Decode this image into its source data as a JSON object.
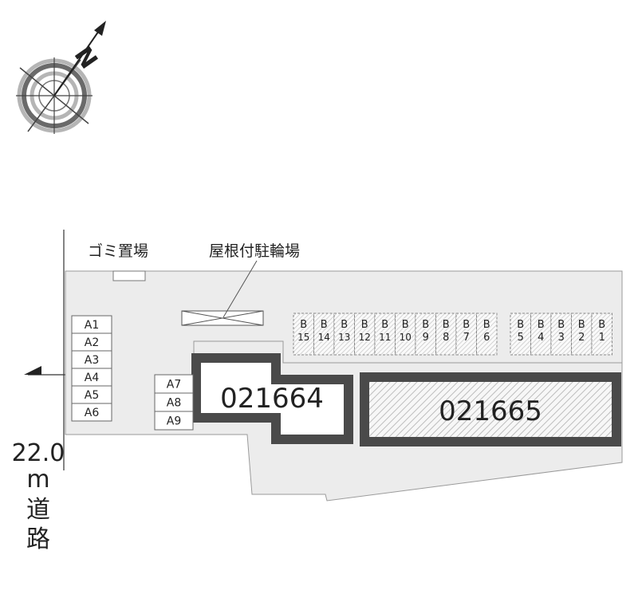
{
  "compass": {
    "north_letter": "N"
  },
  "labels": {
    "garbage": "ゴミ置場",
    "bicycle_parking": "屋根付駐輪場"
  },
  "road": {
    "width_value": "22.0",
    "width_unit": "m",
    "name_chars": [
      "道",
      "路"
    ]
  },
  "buildings": [
    {
      "id": "021664"
    },
    {
      "id": "021665"
    }
  ],
  "parking_a_left": [
    "A1",
    "A2",
    "A3",
    "A4",
    "A5",
    "A6"
  ],
  "parking_a_mid": [
    "A7",
    "A8",
    "A9"
  ],
  "parking_b_group1": [
    [
      "B",
      "15"
    ],
    [
      "B",
      "14"
    ],
    [
      "B",
      "13"
    ],
    [
      "B",
      "12"
    ],
    [
      "B",
      "11"
    ],
    [
      "B",
      "10"
    ],
    [
      "B",
      "9"
    ],
    [
      "B",
      "8"
    ],
    [
      "B",
      "7"
    ],
    [
      "B",
      "6"
    ]
  ],
  "parking_b_group2": [
    [
      "B",
      "5"
    ],
    [
      "B",
      "4"
    ],
    [
      "B",
      "3"
    ],
    [
      "B",
      "2"
    ],
    [
      "B",
      "1"
    ]
  ],
  "colors": {
    "site": "#ececec",
    "building_border": "#4a4a4a",
    "hatch": "#c8c8c8",
    "text": "#222222"
  }
}
